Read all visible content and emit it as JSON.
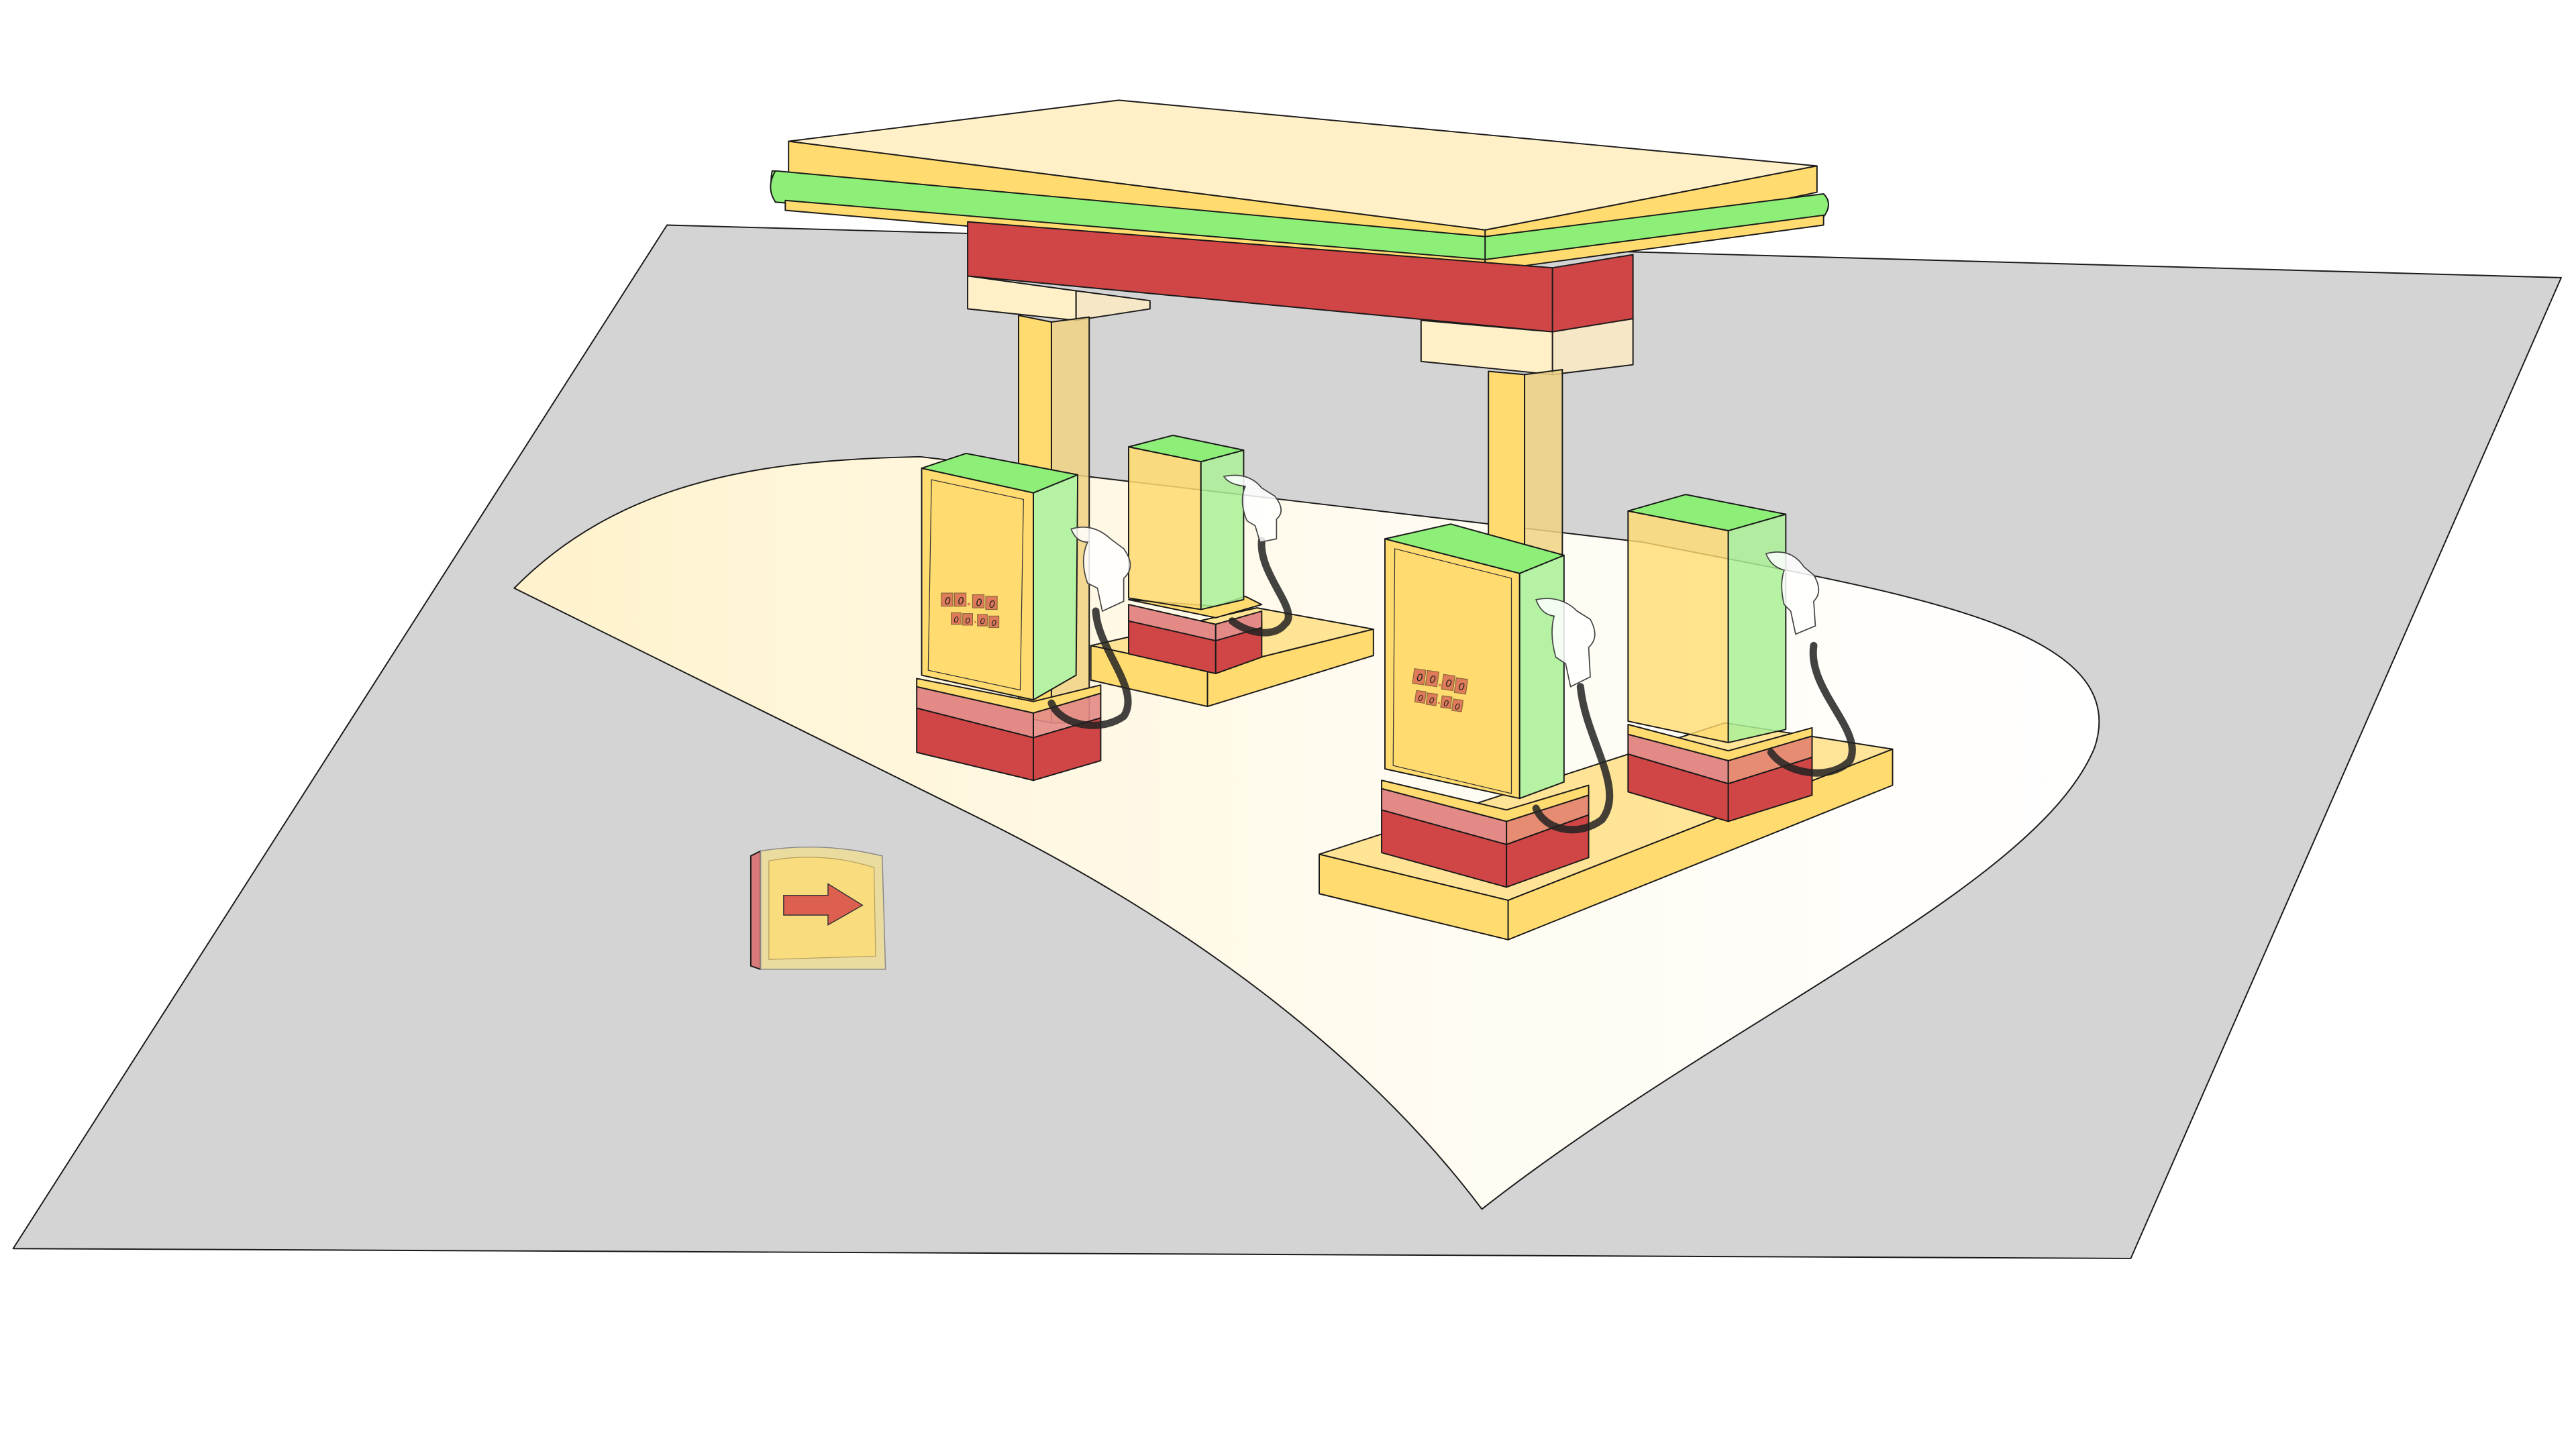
{
  "scene": {
    "title": "Isometric gas station illustration",
    "background": "#ffffff",
    "colors": {
      "asphalt": "#d4d4d4",
      "lit_area_left": "#fff2cc",
      "lit_area_right": "#ffffff",
      "canopy_top": "#fff0c8",
      "canopy_side": "#ffdb70",
      "canopy_stripe": "#8def78",
      "canopy_beam": "#d04545",
      "column_cap": "#fff0c8",
      "column_front": "#ffdb70",
      "column_side": "#f2d88c",
      "pump_front": "#ffdb70",
      "pump_side": "#b5f2a3",
      "pump_top": "#8def78",
      "base_band": "#e38a86",
      "base_block": "#d04545",
      "island": "#ffdb70",
      "island_top": "#ffe7a0",
      "digit_tile": "#e07b5a",
      "sign_frame": "#eadb9e",
      "sign_face": "#f8dc7e",
      "sign_side": "#d97a7a",
      "sign_arrow": "#dc5f50",
      "hose": "#222222",
      "outline": "#1a1a1a"
    },
    "pumps": [
      {
        "id": "pump-front-left",
        "display": {
          "line1": [
            "0",
            "0",
            ".",
            "0",
            "0"
          ],
          "line2": [
            "0",
            "0",
            ".",
            "0",
            "0"
          ]
        }
      },
      {
        "id": "pump-back-left",
        "display": null
      },
      {
        "id": "pump-front-right",
        "display": {
          "line1": [
            "0",
            "0",
            ".",
            "0",
            "0"
          ],
          "line2": [
            "0",
            "0",
            ".",
            "0",
            "0"
          ]
        }
      },
      {
        "id": "pump-back-right",
        "display": null
      }
    ],
    "sign": {
      "icon": "arrow-right-icon",
      "direction": "right"
    }
  }
}
